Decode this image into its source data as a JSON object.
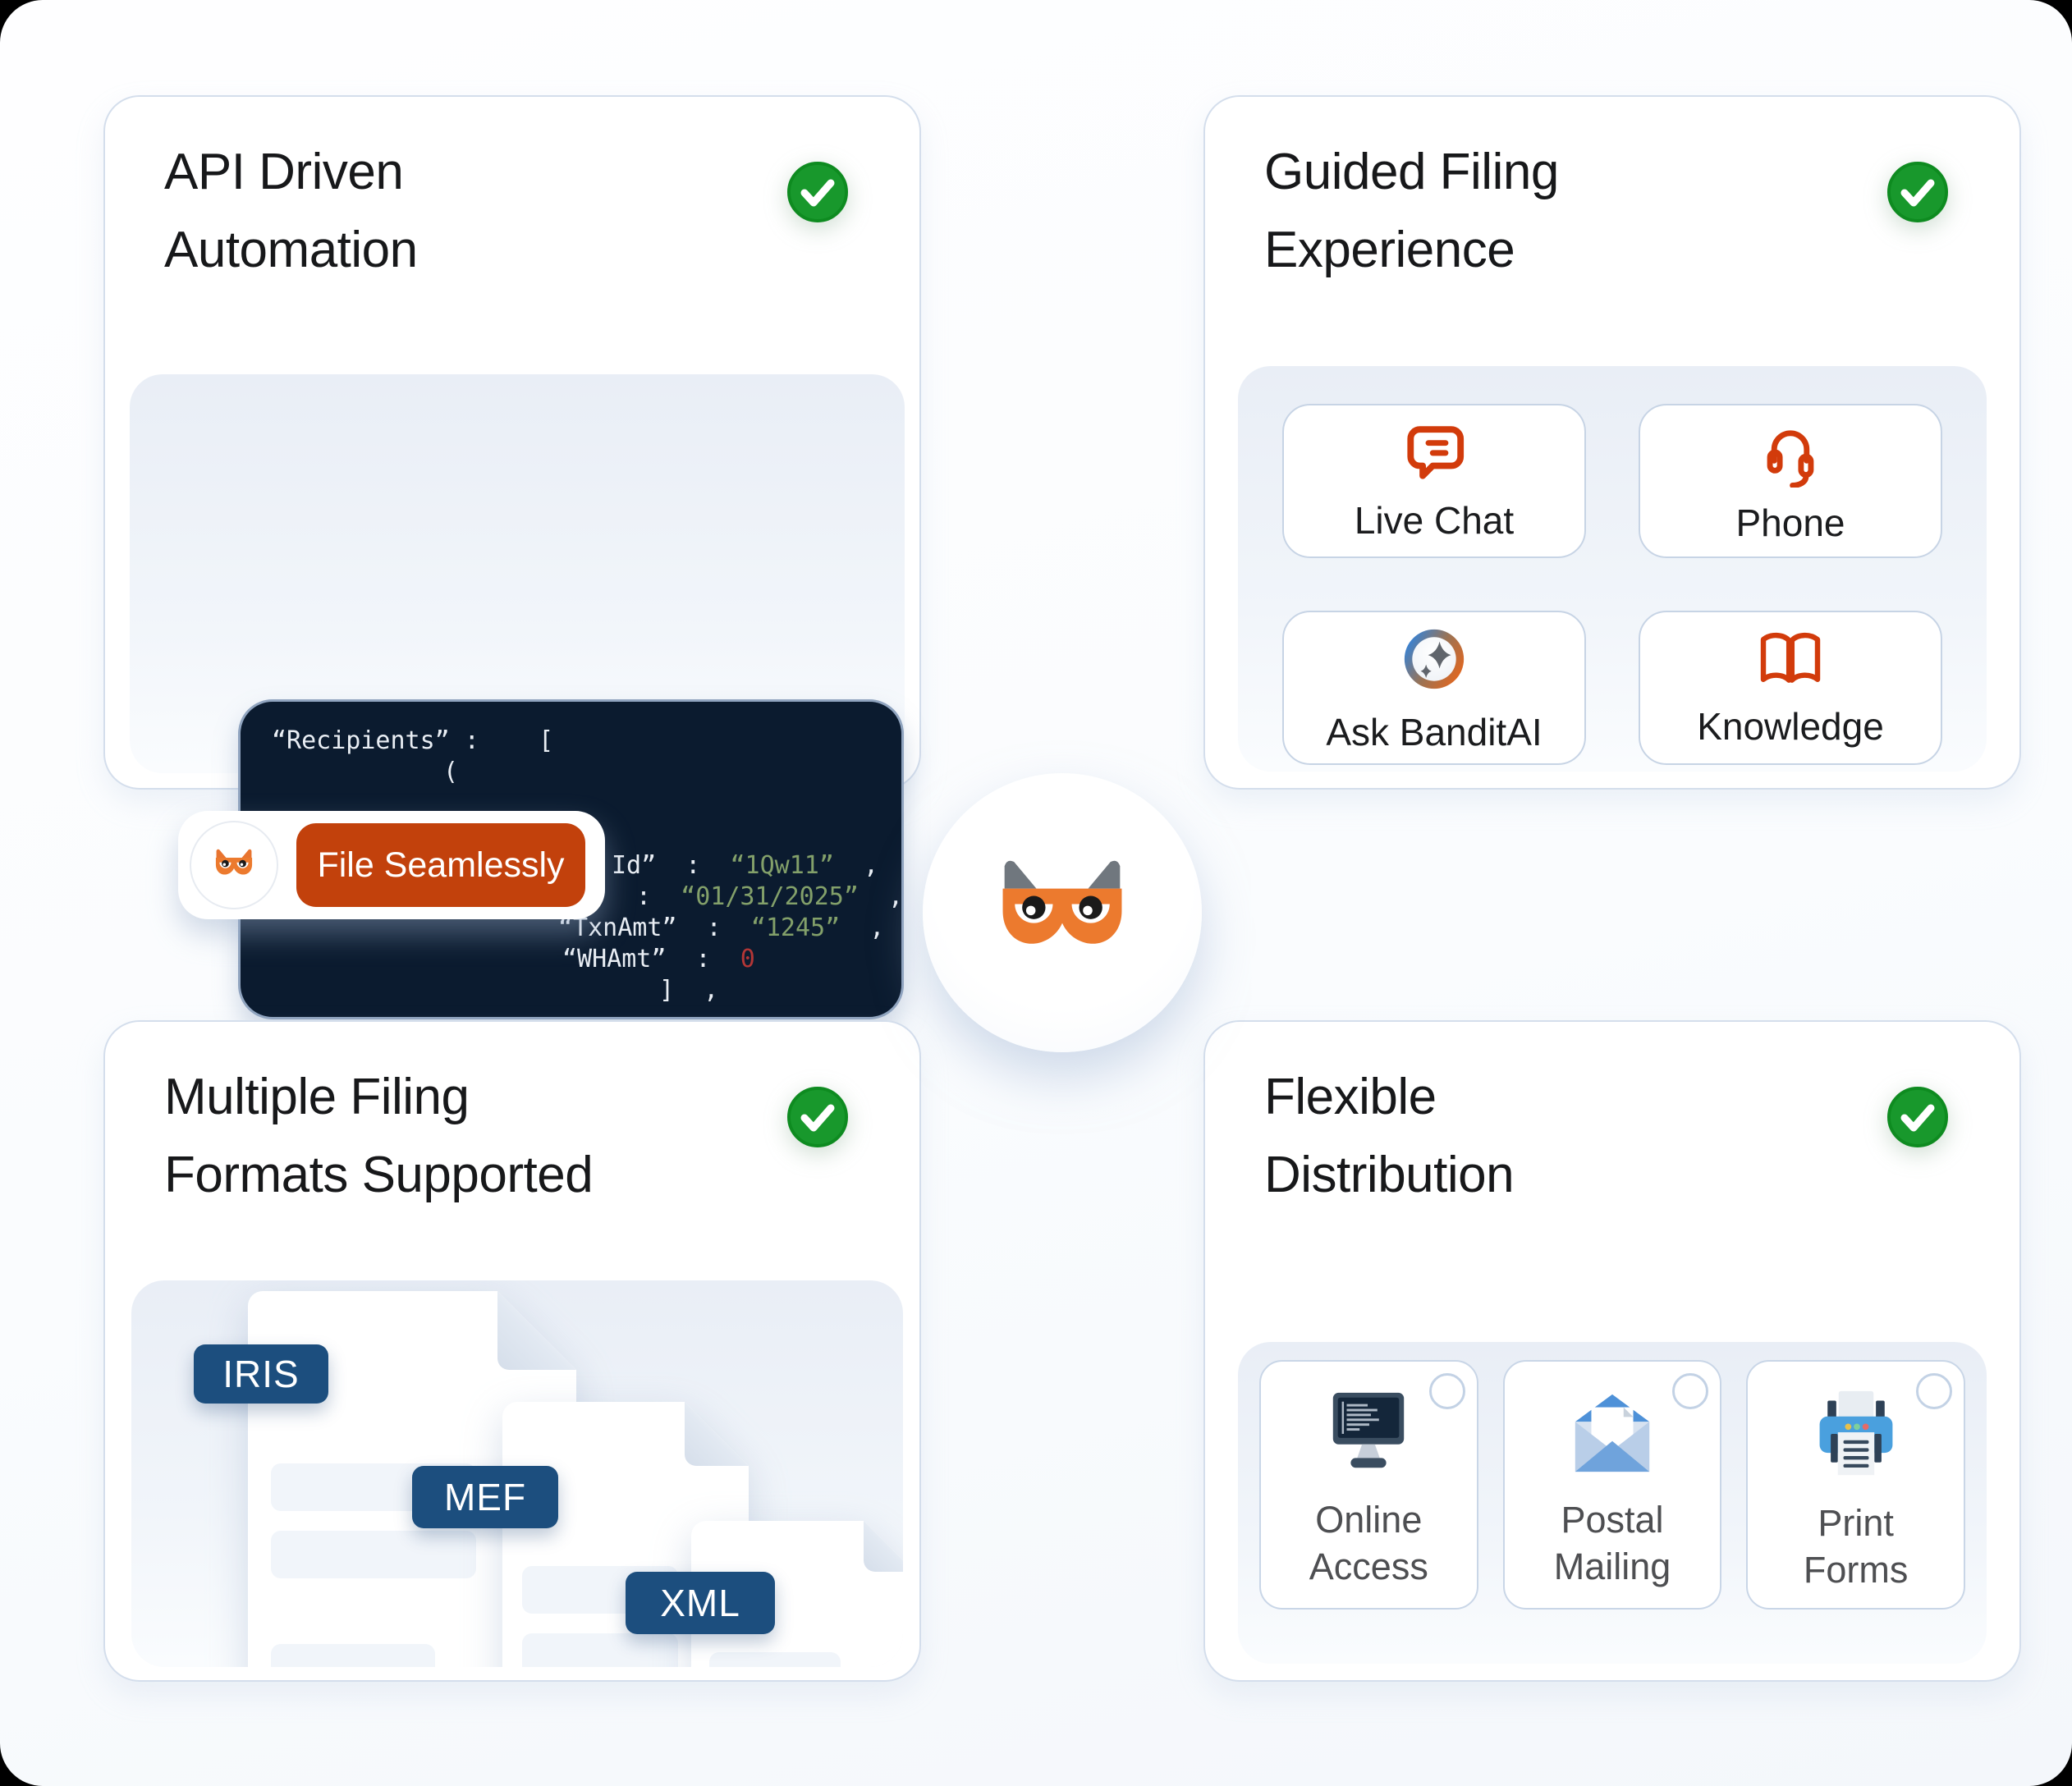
{
  "colors": {
    "accent_orange": "#C2410C",
    "icon_orange": "#D23B0B",
    "brand_orange": "#EC7A2E",
    "success_green": "#18982C",
    "navy_badge": "#1C4E7E",
    "code_background": "#0B1B2F",
    "code_string_green": "#83A06A",
    "code_number_red": "#B33636"
  },
  "card_api": {
    "title": [
      "API Driven",
      "Automation"
    ],
    "cta": "File Seamlessly",
    "code_lines": [
      {
        "segments": [
          {
            "t": "“Recipients” :    ["
          }
        ]
      },
      {
        "segments": [
          {
            "t": "("
          }
        ]
      },
      {
        "segments": [
          {
            "t": "Id”  :  "
          },
          {
            "t": "“1Qw11”"
          },
          {
            "t": "  ,"
          }
        ]
      },
      {
        "segments": [
          {
            "t": ":  "
          },
          {
            "t": "“01/31/2025”"
          },
          {
            "t": "  ,"
          }
        ]
      },
      {
        "segments": [
          {
            "t": "“TxnAmt”  :  "
          },
          {
            "t": "“1245”"
          },
          {
            "t": "  ,"
          }
        ]
      },
      {
        "segments": [
          {
            "t": "“WHAmt”  :  "
          },
          {
            "t": "0"
          }
        ]
      },
      {
        "segments": [
          {
            "t": "]  ,"
          }
        ]
      }
    ]
  },
  "card_guided": {
    "title": [
      "Guided Filing",
      "Experience"
    ],
    "options": [
      {
        "label": "Live Chat"
      },
      {
        "label": "Phone"
      },
      {
        "label": "Ask BanditAI"
      },
      {
        "label": "Knowledge"
      }
    ]
  },
  "card_formats": {
    "title": [
      "Multiple Filing",
      "Formats Supported"
    ],
    "format_badges": [
      "IRIS",
      "MEF",
      "XML"
    ]
  },
  "card_distribution": {
    "title": [
      "Flexible",
      "Distribution"
    ],
    "options": [
      {
        "label": [
          "Online",
          "Access"
        ]
      },
      {
        "label": [
          "Postal",
          "Mailing"
        ]
      },
      {
        "label": [
          "Print",
          "Forms"
        ]
      }
    ]
  }
}
